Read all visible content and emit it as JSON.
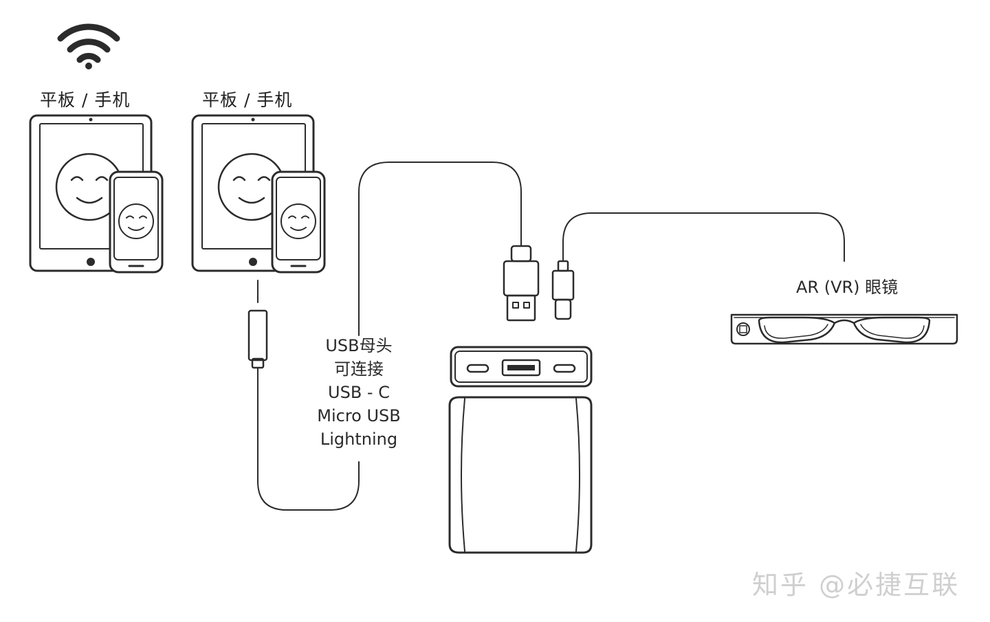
{
  "labels": {
    "device_left": "平板 / 手机",
    "device_right": "平板 / 手机",
    "connector_note": [
      "USB母头",
      "可连接",
      "USB - C",
      "Micro USB",
      "Lightning"
    ],
    "glasses": "AR (VR) 眼镜",
    "watermark": "知乎 @必捷互联"
  },
  "icons": {
    "wifi": "wifi-icon",
    "smile": "smiley-face-icon",
    "power_bank": "power-bank-icon",
    "usb_a": "usb-a-plug-icon",
    "usb_c": "usb-c-plug-icon",
    "glasses": "ar-glasses-icon"
  },
  "colors": {
    "line": "#2b2b2b",
    "watermark": "#cfcfcf"
  }
}
